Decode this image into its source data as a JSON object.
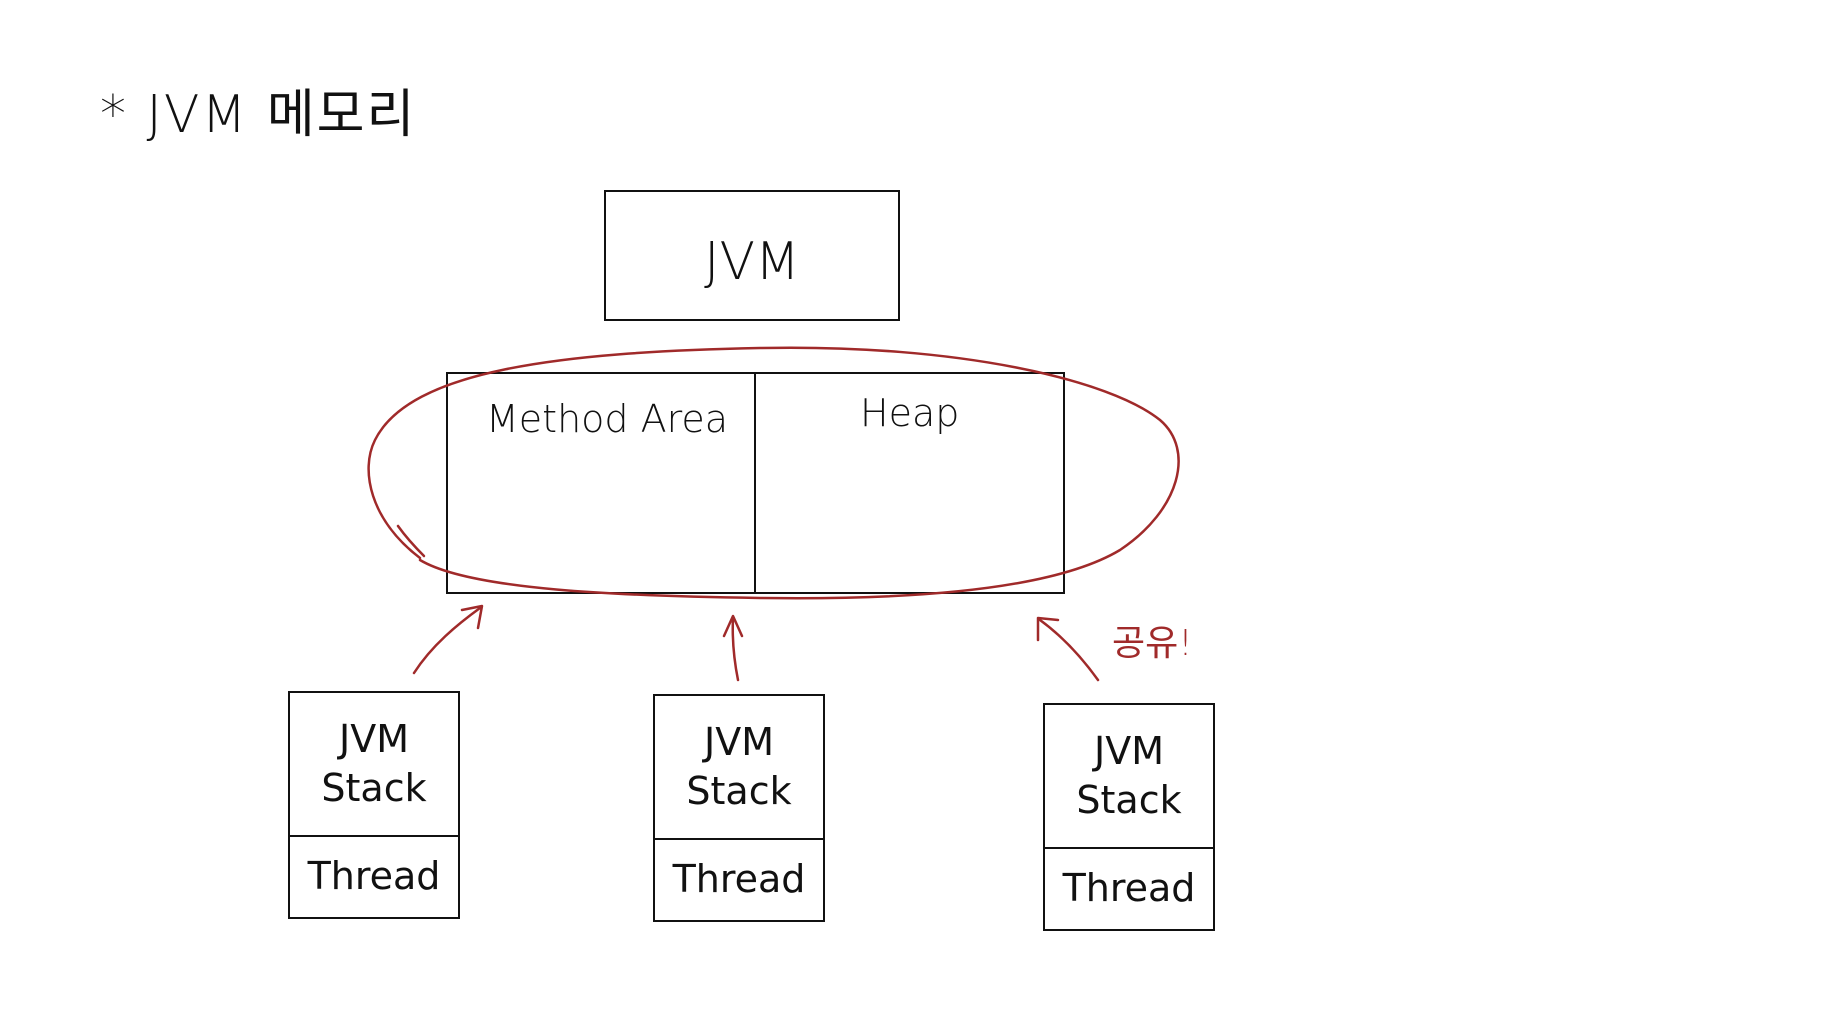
{
  "title": "* JVM 메모리",
  "jvm_box": {
    "label": "JVM"
  },
  "runtime_data_areas": {
    "method_area": "Method Area",
    "heap": "Heap"
  },
  "threads": [
    {
      "stack_label_line1": "JVM",
      "stack_label_line2": "Stack",
      "thread_label": "Thread"
    },
    {
      "stack_label_line1": "JVM",
      "stack_label_line2": "Stack",
      "thread_label": "Thread"
    },
    {
      "stack_label_line1": "JVM",
      "stack_label_line2": "Stack",
      "thread_label": "Thread"
    }
  ],
  "annotation": {
    "shared_label": "공유!"
  },
  "colors": {
    "ink": "#111111",
    "annotation": "#a02a2a",
    "background": "#ffffff"
  }
}
